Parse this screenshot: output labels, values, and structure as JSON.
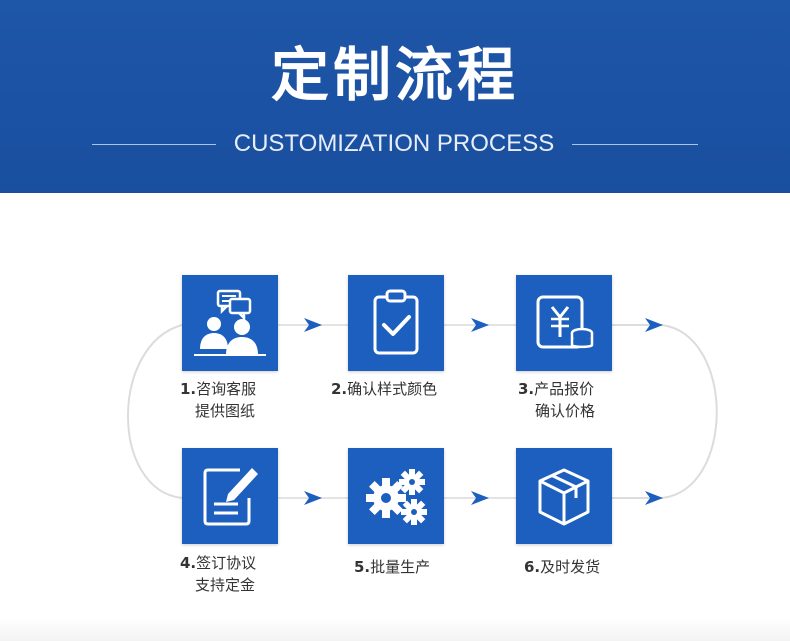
{
  "header": {
    "title": "定制流程",
    "subtitle": "CUSTOMIZATION PROCESS"
  },
  "colors": {
    "header_bg": "#1a4f9f",
    "box_bg": "#1c5fbf",
    "arrow": "#1c5fbf"
  },
  "steps": [
    {
      "num": "1.",
      "line1": "咨询客服",
      "line2": "提供图纸",
      "icon": "consultation-icon"
    },
    {
      "num": "2.",
      "line1": "确认样式颜色",
      "line2": "",
      "icon": "clipboard-check-icon"
    },
    {
      "num": "3.",
      "line1": "产品报价",
      "line2": "确认价格",
      "icon": "price-quote-icon"
    },
    {
      "num": "4.",
      "line1": "签订协议",
      "line2": "支持定金",
      "icon": "sign-agreement-icon"
    },
    {
      "num": "5.",
      "line1": "批量生产",
      "line2": "",
      "icon": "gears-icon"
    },
    {
      "num": "6.",
      "line1": "及时发货",
      "line2": "",
      "icon": "package-box-icon"
    }
  ]
}
